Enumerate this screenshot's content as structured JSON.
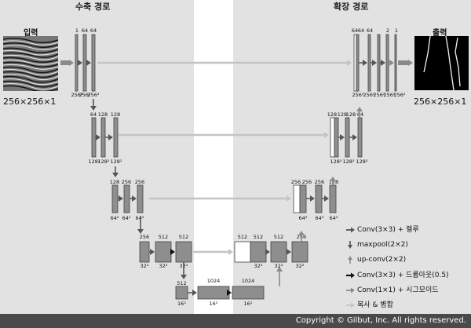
{
  "titles": {
    "contracting": "수축 경로",
    "expanding": "확장 경로"
  },
  "input_image": {
    "label": "입력",
    "size": "256×256×1"
  },
  "output_image": {
    "label": "출력",
    "size": "256×256×1"
  },
  "encoder": [
    {
      "channels": [
        "1",
        "64",
        "64"
      ],
      "res": [
        "256²",
        "256²",
        "256²"
      ]
    },
    {
      "channels": [
        "64",
        "128",
        "128"
      ],
      "res": [
        "128²",
        "128²",
        "128²"
      ]
    },
    {
      "channels": [
        "128",
        "256",
        "256"
      ],
      "res": [
        "64²",
        "64²",
        "64²"
      ]
    },
    {
      "channels": [
        "256",
        "512",
        "512"
      ],
      "res": [
        "32²",
        "32²",
        "32²"
      ]
    }
  ],
  "bottleneck": {
    "channels": [
      "512",
      "1024",
      "1024"
    ],
    "res": [
      "16²",
      "16²",
      "16²"
    ]
  },
  "decoder": [
    {
      "channels": [
        "512",
        "512",
        "512",
        "256"
      ],
      "res": [
        "32²",
        "32²",
        "32²"
      ]
    },
    {
      "channels": [
        "256",
        "256",
        "256",
        "128"
      ],
      "res": [
        "64²",
        "64²",
        "64²"
      ]
    },
    {
      "channels": [
        "128",
        "128",
        "128",
        "64"
      ],
      "res": [
        "128²",
        "128²",
        "128²"
      ]
    },
    {
      "channels": [
        "64",
        "64",
        "64",
        "2",
        "1"
      ],
      "res": [
        "256²",
        "256²",
        "256²",
        "256²",
        "256²"
      ]
    }
  ],
  "legend": [
    {
      "label": "Conv(3×3) + 렐루",
      "icon": "right-arrow-dark"
    },
    {
      "label": "maxpool(2×2)",
      "icon": "down-arrow"
    },
    {
      "label": "up-conv(2×2)",
      "icon": "up-arrow"
    },
    {
      "label": "Conv(3×3) + 드롭아웃(0.5)",
      "icon": "right-arrow-black"
    },
    {
      "label": "Conv(1×1) + 시그모이드",
      "icon": "right-arrow-gray"
    },
    {
      "label": "복사 & 병합",
      "icon": "right-arrow-light"
    }
  ],
  "colors": {
    "panel": "#e2e2e2",
    "block": "#8e8e8e",
    "block_border": "#444444",
    "arrow_dark": "#555555",
    "arrow_black": "#111111",
    "arrow_gray": "#8a8a8a",
    "arrow_light": "#c4c4c4",
    "footer": "#4a4a4a"
  },
  "footer": "Copyright © Gilbut, Inc. All rights reserved."
}
